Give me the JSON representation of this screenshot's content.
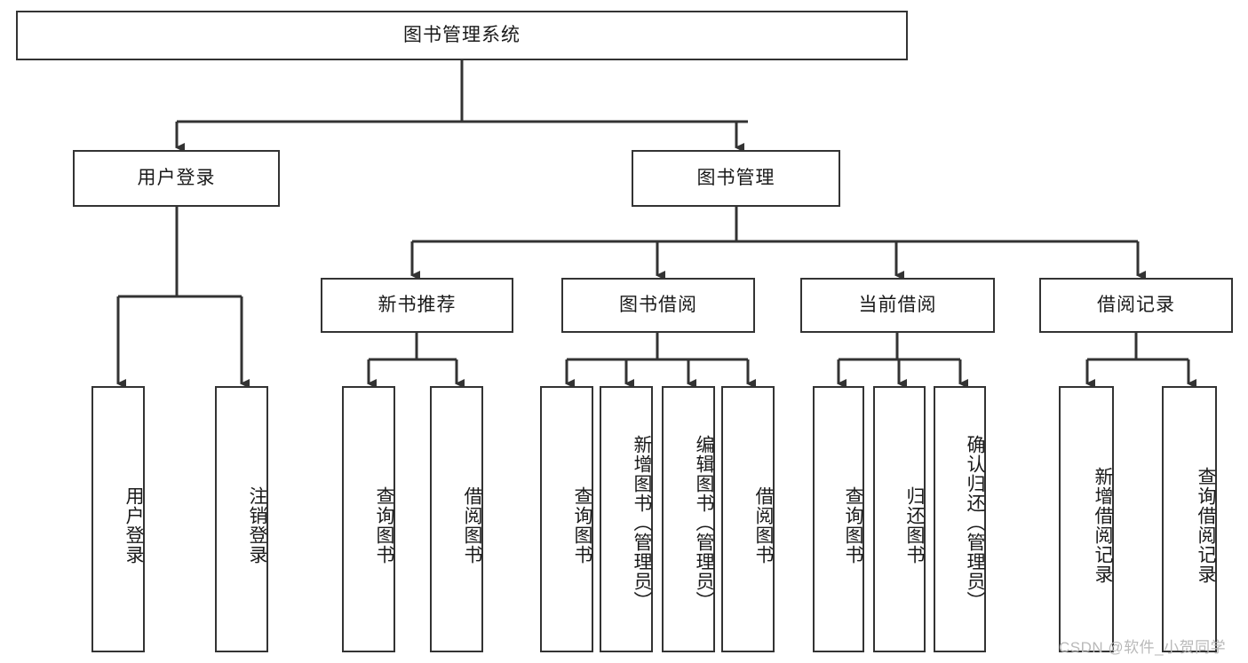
{
  "diagram": {
    "type": "tree",
    "title_node": "图书管理系统",
    "watermark": "CSDN @软件_小贺同学",
    "colors": {
      "box_border": "#333333",
      "box_fill": "#ffffff",
      "connector": "#333333",
      "text": "#1a1a1a",
      "watermark": "#b9b9b9"
    },
    "nodes": {
      "root": {
        "label": "图书管理系统"
      },
      "level2": [
        {
          "label": "用户登录"
        },
        {
          "label": "图书管理"
        }
      ],
      "level3": [
        {
          "label": "新书推荐"
        },
        {
          "label": "图书借阅"
        },
        {
          "label": "当前借阅"
        },
        {
          "label": "借阅记录"
        }
      ],
      "leaves_user_login": [
        {
          "label": "用户登录"
        },
        {
          "label": "注销登录"
        }
      ],
      "leaves_new_book": [
        {
          "label": "查询图书"
        },
        {
          "label": "借阅图书"
        }
      ],
      "leaves_borrow": [
        {
          "label": "查询图书"
        },
        {
          "label": "新增图书（管理员）"
        },
        {
          "label": "编辑图书（管理员）"
        },
        {
          "label": "借阅图书"
        }
      ],
      "leaves_current": [
        {
          "label": "查询图书"
        },
        {
          "label": "归还图书"
        },
        {
          "label": "确认归还（管理员）"
        }
      ],
      "leaves_records": [
        {
          "label": "新增借阅记录"
        },
        {
          "label": "查询借阅记录"
        }
      ]
    }
  }
}
